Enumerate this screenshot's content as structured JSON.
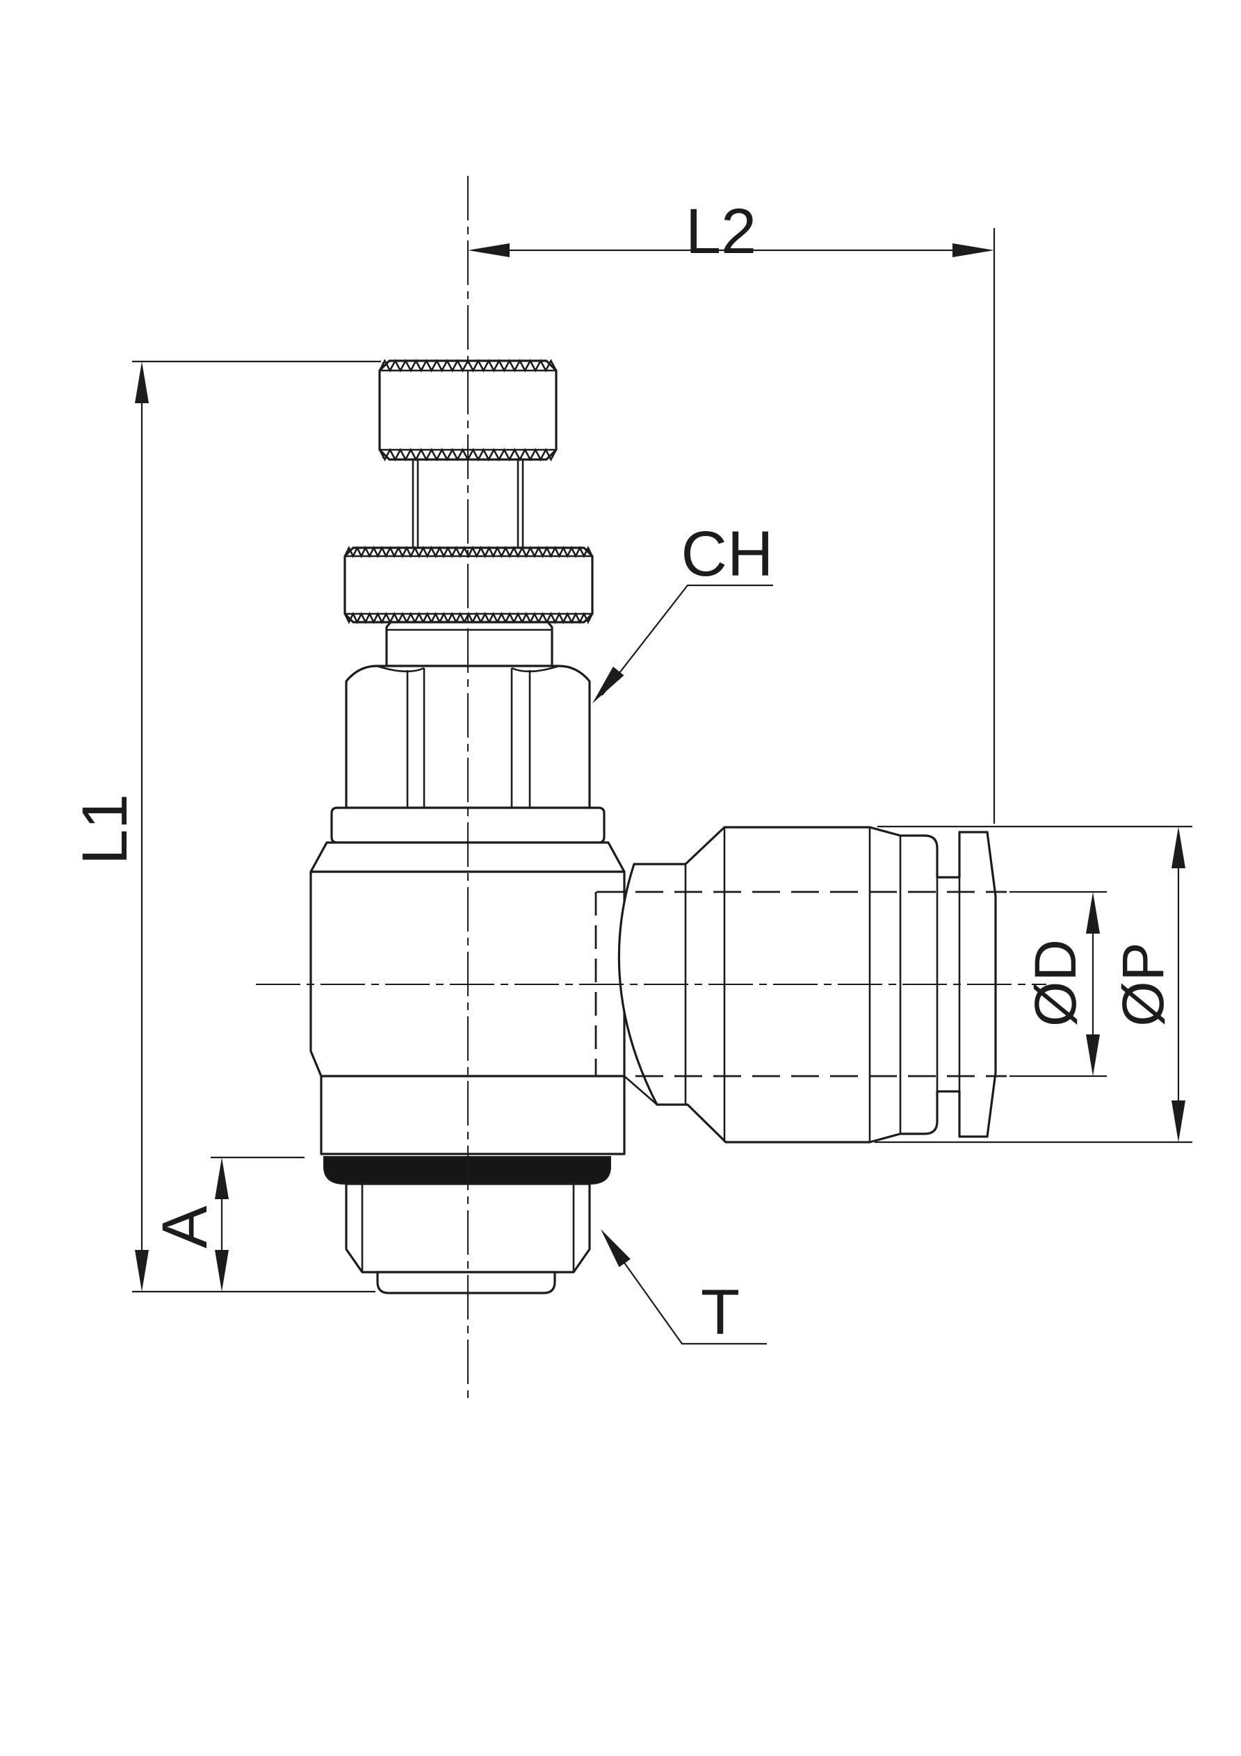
{
  "drawing": {
    "background_color": "#ffffff",
    "line_color": "#1c1c1c",
    "labels": {
      "l2": "L2",
      "l1": "L1",
      "a": "A",
      "ch": "CH",
      "t": "T",
      "diameter_d": "ØD",
      "diameter_p": "ØP"
    }
  }
}
